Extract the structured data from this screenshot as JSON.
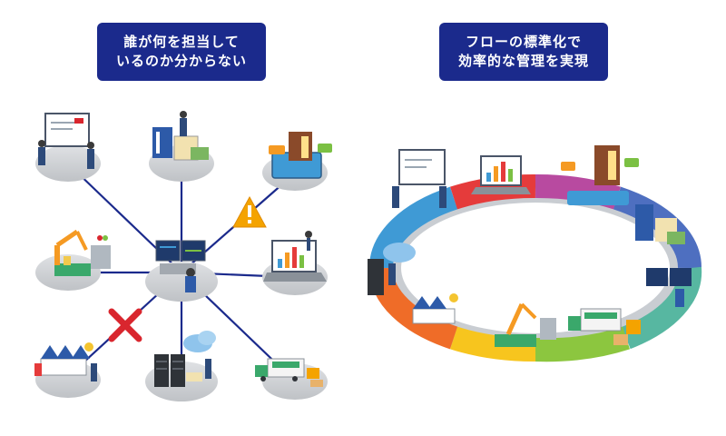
{
  "left_panel": {
    "title_lines": [
      "誰が何を担当して",
      "いるのか分からない"
    ]
  },
  "right_panel": {
    "title_lines": [
      "フローの標準化で",
      "効率的な管理を実現"
    ]
  },
  "colors": {
    "title_bg": "#1b2a8c",
    "title_text": "#ffffff",
    "network_line": "#1b2a8c",
    "warning": "#f4a300",
    "error_cross": "#d9262e",
    "platform": "#d4d6d9",
    "ring_segments": [
      "#3f9ad5",
      "#57b7a1",
      "#8cc63f",
      "#d6d21f",
      "#f7c51e",
      "#f59a23",
      "#ef6c28",
      "#e53b3b",
      "#b84aa0",
      "#7d5bb5",
      "#4e6fc0"
    ]
  },
  "icons": {
    "warning": "warning-triangle-icon",
    "error": "cross-mark-icon"
  }
}
